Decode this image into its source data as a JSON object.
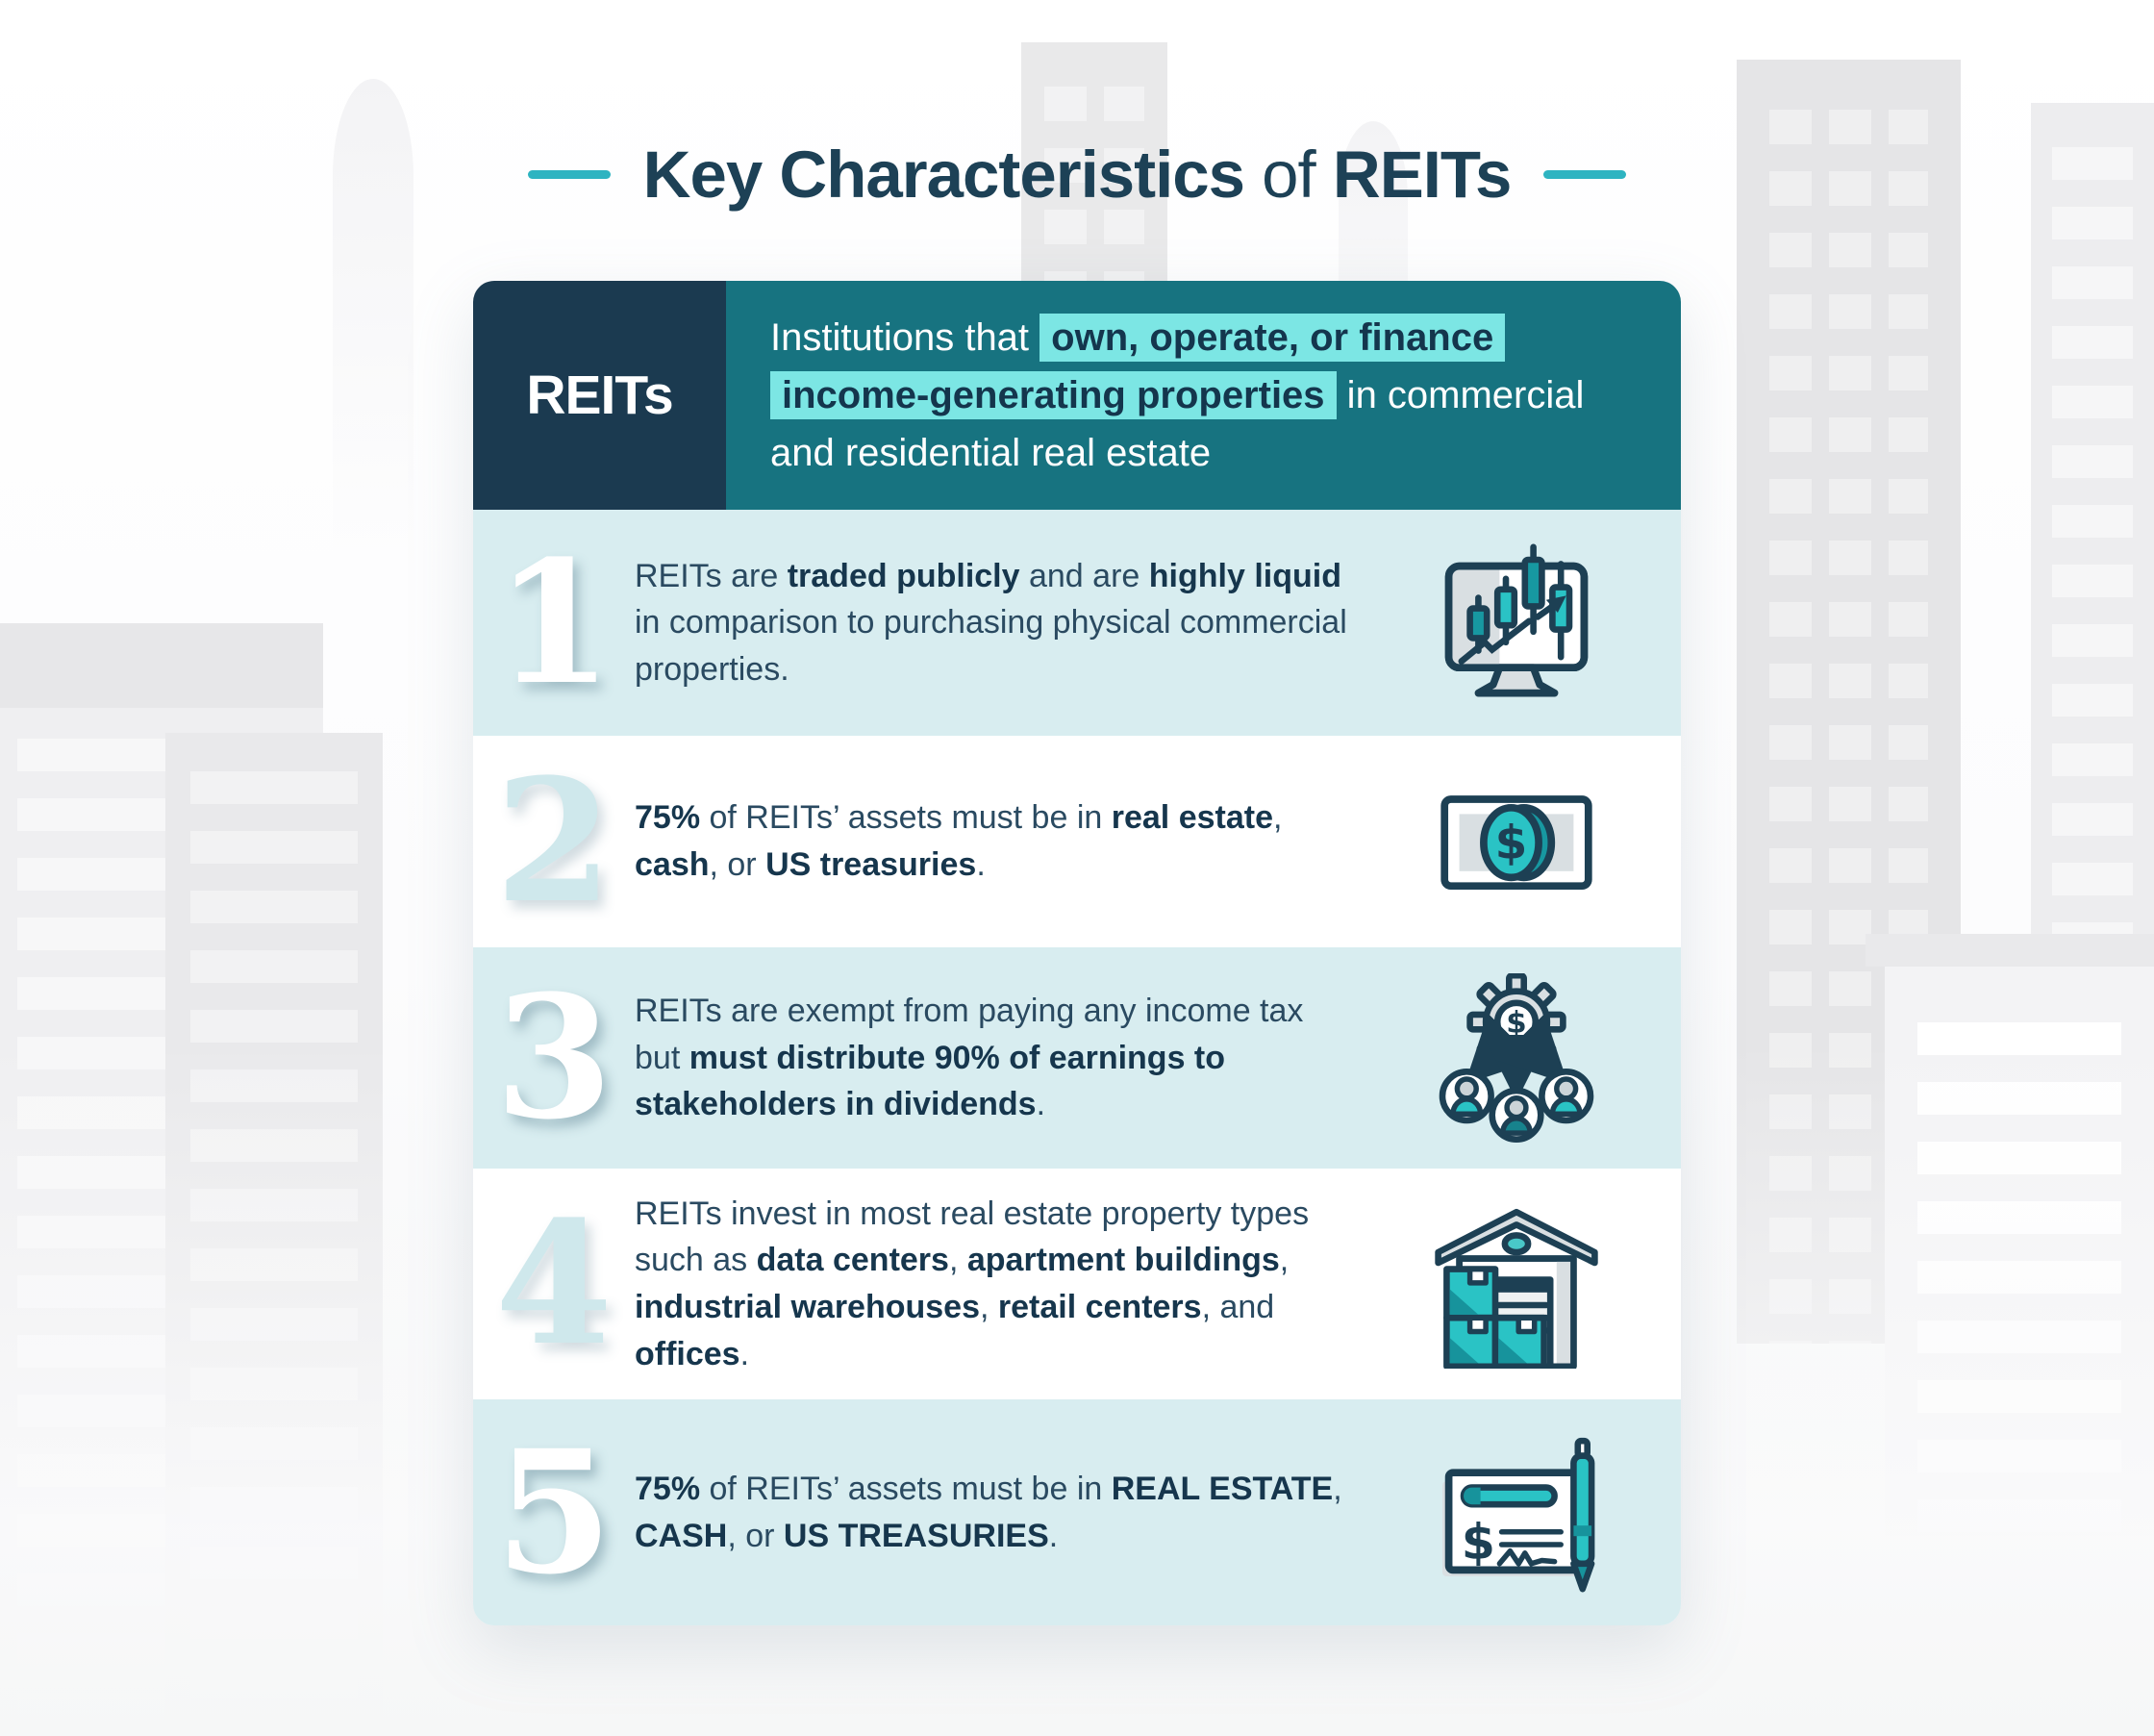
{
  "title": {
    "segments": [
      {
        "t": "Key Characteristics",
        "b": true
      },
      {
        "t": " of ",
        "b": false
      },
      {
        "t": "REITs",
        "b": true
      }
    ]
  },
  "header": {
    "label": "REITs",
    "definition_segments": [
      {
        "t": "Institutions that "
      },
      {
        "t": "own, operate, or finance income-generating properties",
        "hl": true
      },
      {
        "t": " in commercial and residential real estate"
      }
    ]
  },
  "rows": [
    {
      "number": "1",
      "icon": "stock-chart-monitor-icon",
      "segments": [
        {
          "t": "REITs are "
        },
        {
          "t": "traded publicly",
          "b": true
        },
        {
          "t": " and are "
        },
        {
          "t": "highly liquid",
          "b": true
        },
        {
          "t": " in comparison to purchasing physical commercial properties."
        }
      ]
    },
    {
      "number": "2",
      "icon": "cash-bill-icon",
      "segments": [
        {
          "t": "75%",
          "b": true
        },
        {
          "t": " of REITs’ assets must be in "
        },
        {
          "t": "real estate",
          "b": true
        },
        {
          "t": ", "
        },
        {
          "t": "cash",
          "b": true
        },
        {
          "t": ", or "
        },
        {
          "t": "US treasuries",
          "b": true
        },
        {
          "t": "."
        }
      ]
    },
    {
      "number": "3",
      "icon": "dividend-distribution-icon",
      "segments": [
        {
          "t": "REITs are exempt from paying any income tax but "
        },
        {
          "t": "must distribute 90% of earnings to stakeholders in dividends",
          "b": true
        },
        {
          "t": "."
        }
      ]
    },
    {
      "number": "4",
      "icon": "warehouse-icon",
      "segments": [
        {
          "t": "REITs invest in most real estate property types such as "
        },
        {
          "t": "data centers",
          "b": true
        },
        {
          "t": ", "
        },
        {
          "t": "apartment buildings",
          "b": true
        },
        {
          "t": ", "
        },
        {
          "t": "industrial warehouses",
          "b": true
        },
        {
          "t": ", "
        },
        {
          "t": "retail centers",
          "b": true
        },
        {
          "t": ", and "
        },
        {
          "t": "offices",
          "b": true
        },
        {
          "t": "."
        }
      ]
    },
    {
      "number": "5",
      "icon": "signed-check-icon",
      "segments": [
        {
          "t": "75%",
          "b": true
        },
        {
          "t": " of REITs’ assets must be in "
        },
        {
          "t": "REAL ESTATE",
          "b": true
        },
        {
          "t": ", "
        },
        {
          "t": "CASH",
          "b": true
        },
        {
          "t": ", or "
        },
        {
          "t": "US TREASURIES",
          "b": true
        },
        {
          "t": "."
        }
      ]
    }
  ],
  "colors": {
    "title_navy": "#1d4156",
    "accent_teal": "#2eb4c1",
    "header_navy": "#1b3a50",
    "header_teal": "#177380",
    "highlight_cyan": "#7ce6e4",
    "highlight_text": "#14364d",
    "row_tint": "#d8edf0",
    "body_text": "#2a4a61",
    "bold_text": "#16364d",
    "number_tint": "#cfe8ec",
    "icon_navy": "#1d4054",
    "icon_teal": "#2ac3c5",
    "icon_teal_dark": "#17939c",
    "icon_gray": "#d9dfe2"
  }
}
